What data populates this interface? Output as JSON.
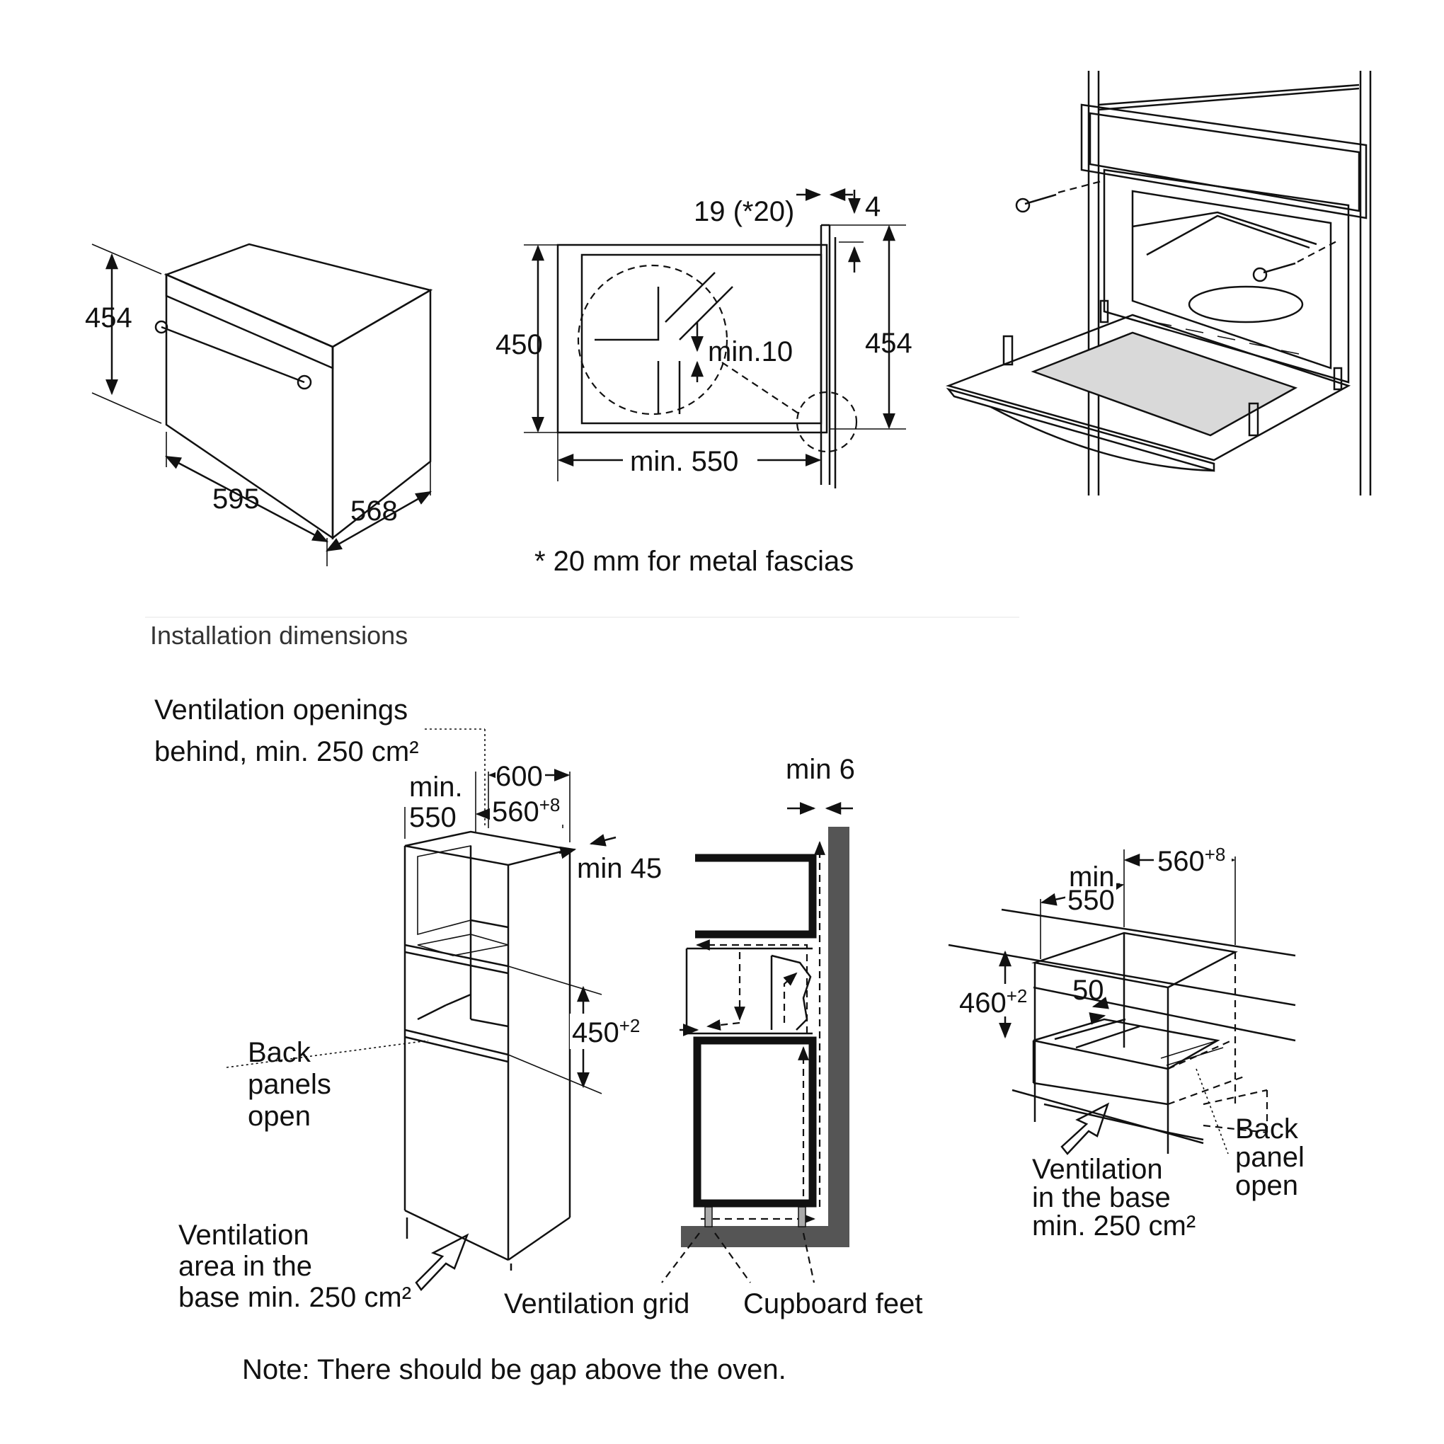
{
  "oven_3d": {
    "height": "454",
    "width": "595",
    "depth": "568"
  },
  "section_view": {
    "door_thickness": "19 (*20)",
    "gap": "4",
    "niche_height": "450",
    "min_gap": "min.10",
    "front_height": "454",
    "min_depth": "min. 550"
  },
  "footnote": "* 20 mm for metal fascias",
  "section_title": "Installation dimensions",
  "tall_cabinet": {
    "vent_behind_line1": "Ventilation openings",
    "vent_behind_line2": "behind, min. 250 cm²",
    "min550_line1": "min.",
    "min550_line2": "550",
    "width_600": "600",
    "width_560": "560",
    "width_560_sup": "+8",
    "min45": "min 45",
    "height_450": "450",
    "height_450_sup": "+2",
    "back_panels": [
      "Back",
      "panels",
      "open"
    ],
    "vent_area": [
      "Ventilation",
      "area in the",
      "base min. 250 cm²"
    ]
  },
  "airflow": {
    "min6": "min 6",
    "vent_grid": "Ventilation grid",
    "cupboard_feet": "Cupboard feet"
  },
  "under_counter": {
    "min550_line1": "min.",
    "min550_line2": "550",
    "width_560": "560",
    "width_560_sup": "+8",
    "height_460": "460",
    "height_460_sup": "+2",
    "gap_50": "50",
    "back_panel": [
      "Back",
      "panel",
      "open"
    ],
    "vent_base": [
      "Ventilation",
      "in the base",
      "min. 250 cm²"
    ]
  },
  "note": "Note: There should be gap above the oven."
}
